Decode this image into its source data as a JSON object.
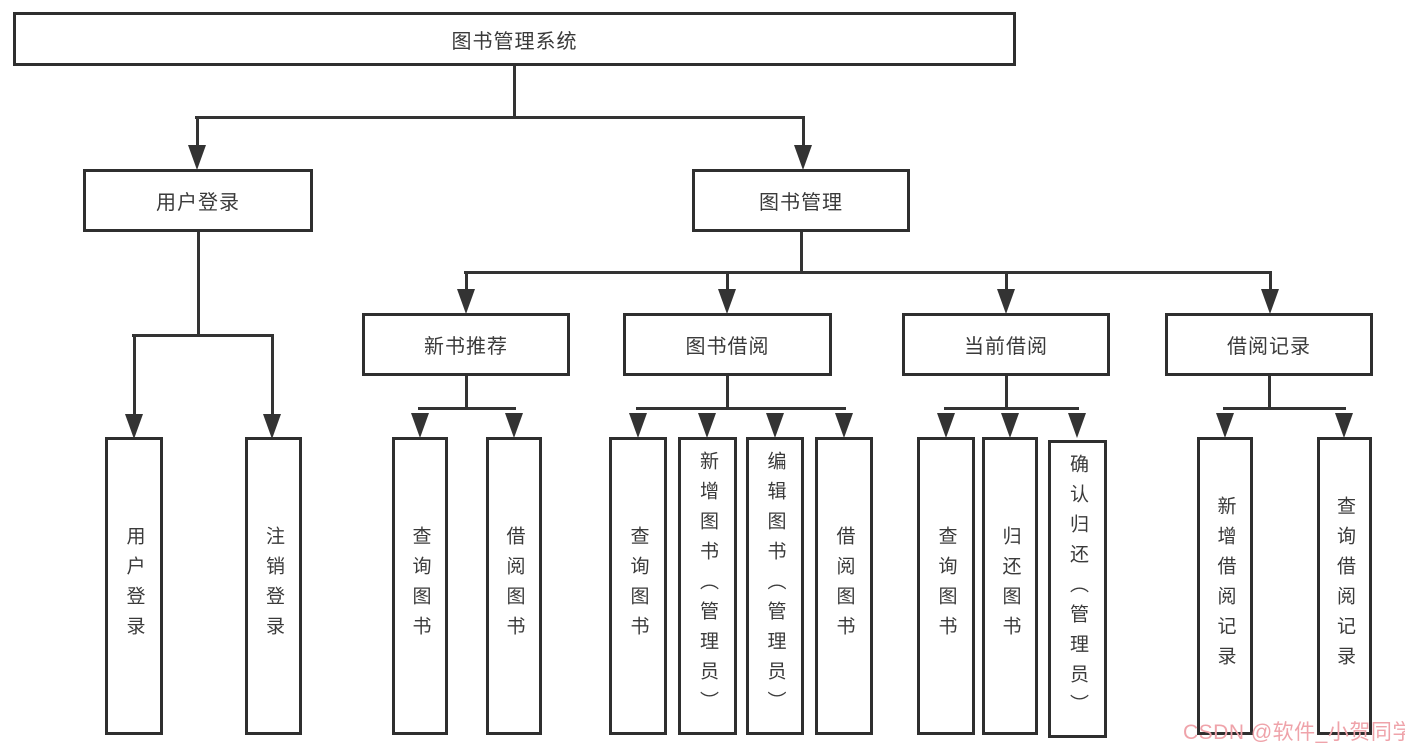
{
  "tree": {
    "root": {
      "label": "图书管理系统"
    },
    "level2": [
      {
        "label": "用户登录"
      },
      {
        "label": "图书管理"
      }
    ],
    "level3": [
      {
        "label": "新书推荐"
      },
      {
        "label": "图书借阅"
      },
      {
        "label": "当前借阅"
      },
      {
        "label": "借阅记录"
      }
    ],
    "leaves": [
      {
        "label": "用户登录",
        "parent": "用户登录"
      },
      {
        "label": "注销登录",
        "parent": "用户登录"
      },
      {
        "label": "查询图书",
        "parent": "新书推荐"
      },
      {
        "label": "借阅图书",
        "parent": "新书推荐"
      },
      {
        "label": "查询图书",
        "parent": "图书借阅"
      },
      {
        "label": "新增图书（管理员）",
        "parent": "图书借阅"
      },
      {
        "label": "编辑图书（管理员）",
        "parent": "图书借阅"
      },
      {
        "label": "借阅图书",
        "parent": "图书借阅"
      },
      {
        "label": "查询图书",
        "parent": "当前借阅"
      },
      {
        "label": "归还图书",
        "parent": "当前借阅"
      },
      {
        "label": "确认归还（管理员）",
        "parent": "当前借阅"
      },
      {
        "label": "新增借阅记录",
        "parent": "借阅记录"
      },
      {
        "label": "查询借阅记录",
        "parent": "借阅记录"
      }
    ]
  },
  "watermark": {
    "text": "CSDN @软件_小贺同学"
  },
  "colors": {
    "line": "#333333",
    "box_border": "#2f2f2f",
    "text": "#3a3a3a",
    "watermark": "#efa3aa",
    "background": "#ffffff"
  }
}
